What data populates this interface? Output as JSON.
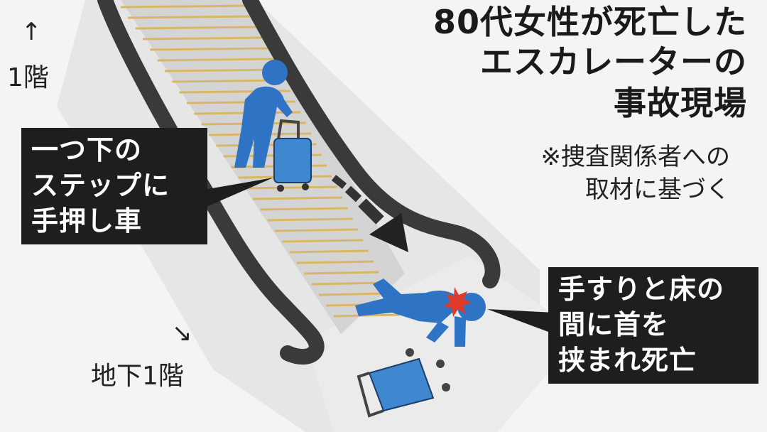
{
  "title": {
    "lines": [
      "80代女性が死亡した",
      "エスカレーターの",
      "事故現場"
    ]
  },
  "note": {
    "lines": [
      "※捜査関係者への",
      "取材に基づく"
    ]
  },
  "floors": {
    "upper": "1階",
    "upper_arrow": "↑",
    "lower": "地下1階",
    "lower_arrow": "↘"
  },
  "callout_cart": {
    "lines": [
      "一つ下の",
      "ステップに",
      "手押し車"
    ]
  },
  "callout_accident": {
    "lines": [
      "手すりと床の",
      "間に首を",
      "挟まれ死亡"
    ]
  },
  "colors": {
    "figure": "#2f73c4",
    "cart": "#3f87cf",
    "impact": "#e03a2a",
    "handrail": "#3a3a3a",
    "step_stripe": "#d8b665",
    "callout_bg": "#1e1e1e"
  }
}
